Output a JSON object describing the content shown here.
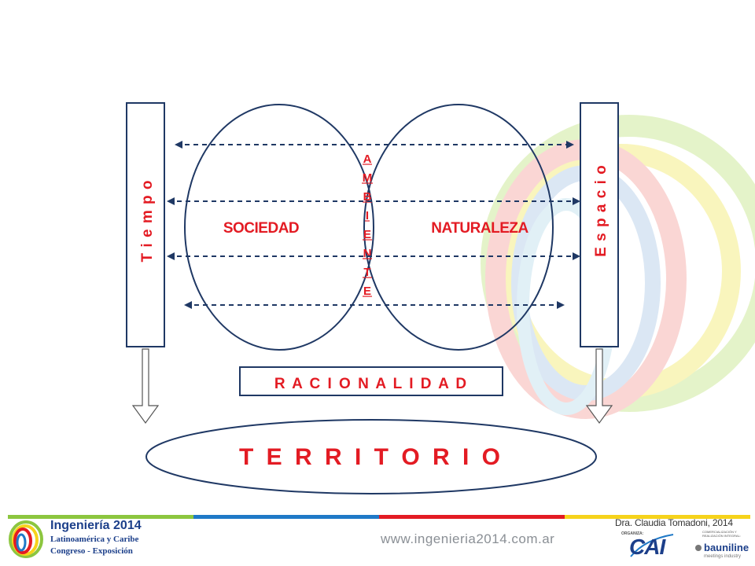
{
  "diagram": {
    "left_bar": "T i e m p o",
    "right_bar": "E s p a c i o",
    "circle_left": "SOCIEDAD",
    "circle_right": "NATURALEZA",
    "intersection_letters": [
      "A",
      "M",
      "B",
      "I",
      "E",
      "N",
      "T",
      "E"
    ],
    "rationality_box": "R A C I O N A L I D A D",
    "territory": "T E R R I T O R I O"
  },
  "footer": {
    "credit": "Dra. Claudia Tomadoni, 2014",
    "event_title": "Ingeniería 2014",
    "event_line1": "Latinoamérica y Caribe",
    "event_line2": "Congreso - Exposición",
    "url": "www.ingenieria2014.com.ar",
    "organiza": "ORGANIZA:",
    "cai": "CAI",
    "comercializacion": "COMERCIALIZACIÓN Y REALIZACIÓN INTEGRAL:",
    "bauniline": "bauniline",
    "bauniline_sub": "meetings industry"
  },
  "colors": {
    "text_red": "#e31b23",
    "outline_blue": "#1f3864",
    "bar_fill": "#ffffff"
  }
}
